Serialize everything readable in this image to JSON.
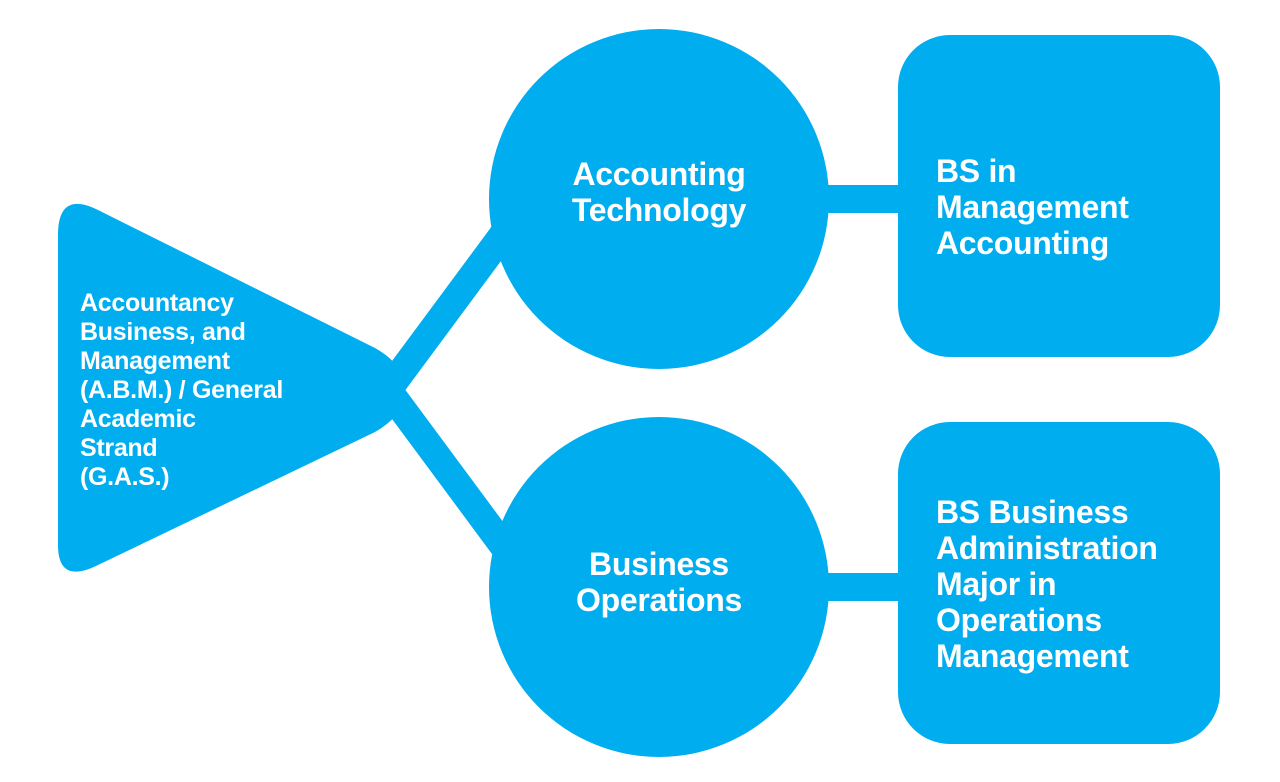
{
  "diagram": {
    "start": {
      "label": "Accountancy\nBusiness, and\nManagement\n(A.B.M.) / General\nAcademic\nStrand\n(G.A.S.)"
    },
    "branches": [
      {
        "track": "Accounting\nTechnology",
        "degree": "BS in\nManagement\nAccounting"
      },
      {
        "track": "Business\nOperations",
        "degree": "BS Business\nAdministration\nMajor in\nOperations\nManagement"
      }
    ],
    "colors": {
      "shape_fill": "#00adee",
      "text": "#ffffff",
      "background": "#ffffff"
    }
  }
}
